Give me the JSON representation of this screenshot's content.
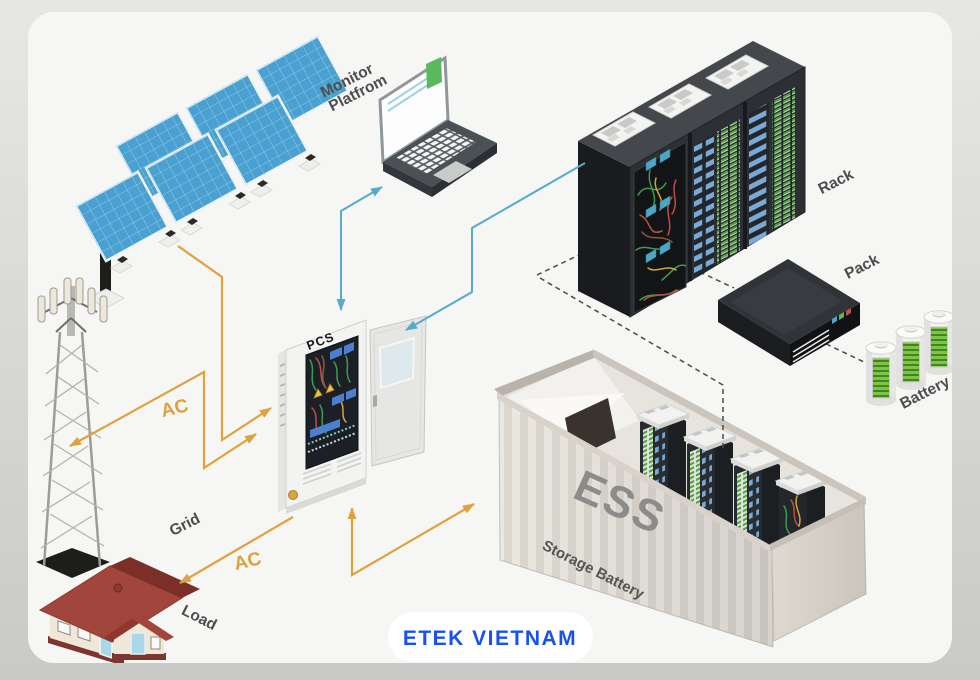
{
  "badge": {
    "label": "ETEK VIETNAM",
    "text_color": "#1652ef",
    "background": "#ffffff"
  },
  "labels": {
    "monitor_line1": "Monitor",
    "monitor_line2": "Platfrom",
    "pcs": "PCS",
    "rack": "Rack",
    "pack": "Pack",
    "battery": "Battery",
    "grid": "Grid",
    "load": "Load",
    "ess": "ESS",
    "storage_battery": "Storage Battery",
    "ac_grid_link": "AC",
    "ac_load_link": "AC"
  },
  "colors": {
    "power_line": "#dfa23e",
    "comm_line": "#58aacb",
    "dashed_link": "#4a4a4a",
    "label_text": "#4d4d4d",
    "solar_panel": "#4aa0d0",
    "ess_wall_text": "#8b8b89",
    "card_background": "#f6f6f4",
    "outer_background": "#d9d9d7"
  },
  "connections": [
    {
      "from": "solar-array",
      "to": "pcs",
      "style": "solid",
      "color": "power_line",
      "bidirectional": false
    },
    {
      "from": "grid",
      "to": "pcs",
      "style": "solid",
      "color": "power_line",
      "label": "AC",
      "bidirectional": true
    },
    {
      "from": "pcs",
      "to": "load",
      "style": "solid",
      "color": "power_line",
      "label": "AC",
      "bidirectional": false
    },
    {
      "from": "pcs",
      "to": "ess",
      "style": "solid",
      "color": "power_line",
      "bidirectional": true
    },
    {
      "from": "monitor-platform",
      "to": "pcs",
      "style": "solid",
      "color": "comm_line",
      "bidirectional": true
    },
    {
      "from": "rack",
      "to": "pcs",
      "style": "solid",
      "color": "comm_line",
      "bidirectional": false
    },
    {
      "from": "rack",
      "to": "pack",
      "style": "dashed",
      "color": "dashed_link"
    },
    {
      "from": "pack",
      "to": "battery",
      "style": "dashed",
      "color": "dashed_link"
    },
    {
      "from": "rack",
      "to": "ess",
      "style": "dashed",
      "color": "dashed_link"
    }
  ]
}
